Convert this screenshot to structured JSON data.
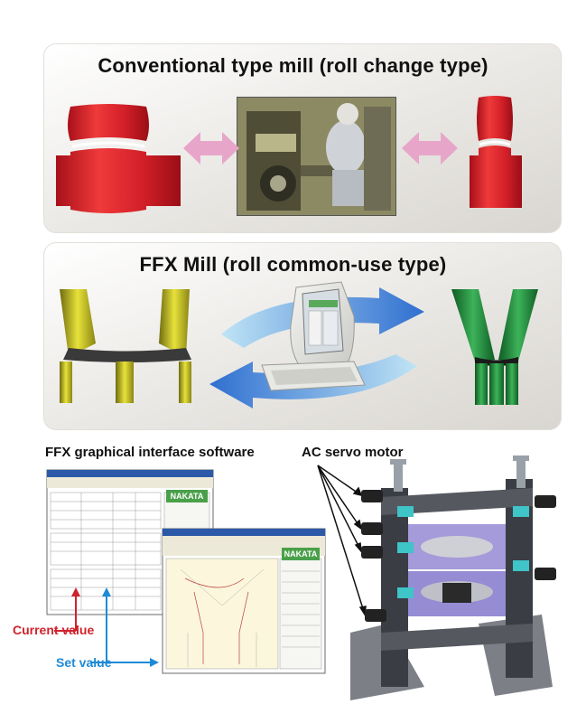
{
  "top_panel": {
    "title": "Conventional type mill (roll change type)"
  },
  "middle_panel": {
    "title": "FFX Mill (roll common-use type)"
  },
  "software": {
    "caption": "FFX graphical interface software",
    "window_logo": "NAKATA",
    "current_value_label": "Current value",
    "set_value_label": "Set value"
  },
  "motor": {
    "caption": "AC servo motor"
  },
  "colors": {
    "conventional_roll": "#e0202a",
    "pink_arrow": "#e7a6c9",
    "ffx_left_roll": "#c9c41e",
    "ffx_right_roll": "#1e8a3a",
    "blue_arrow": "#3d7fd6",
    "current_value": "#d0222c",
    "set_value": "#1e8ad6"
  }
}
